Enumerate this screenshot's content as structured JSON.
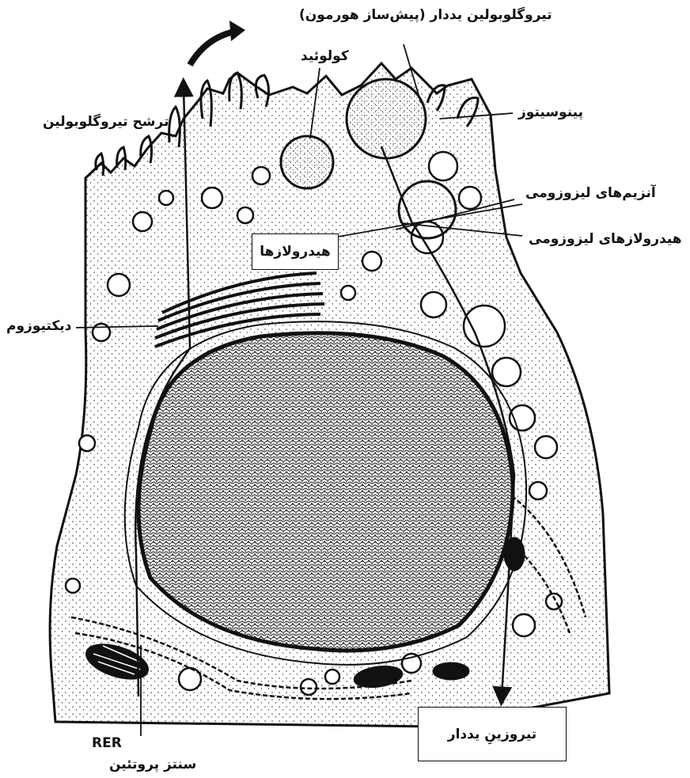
{
  "diagram": {
    "labels": {
      "top_precursor": "تیروگلوبولین یددار (پیش‌ساز هورمون)",
      "colloid": "کولوئید",
      "tg_secretion": "ترشح تیروگلوبولین",
      "pinocytosis": "پینوسیتوز",
      "lysosomal_enzymes": "آنزیم‌های لیزوزومی",
      "lysosomal_hydrolases": "هیدرولازهای لیزوزومی",
      "hydrolases_box": "هیدرولازها",
      "dictyosome": "دیکتیوزوم",
      "rer": "RER",
      "protein_synthesis": "سنتز پروتئین",
      "iodinated_thyroxine": "تیروزینِ یددار"
    },
    "colors": {
      "ink": "#111111",
      "background": "#ffffff",
      "stipple": "#222222"
    }
  }
}
